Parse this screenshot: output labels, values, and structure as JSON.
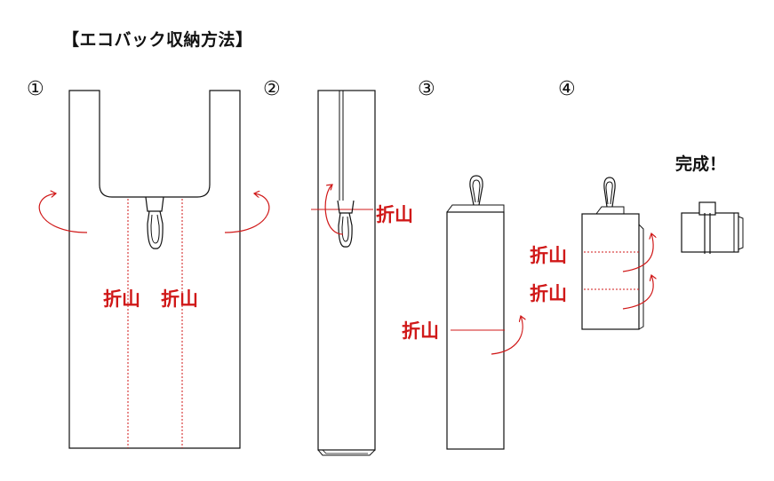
{
  "title": "【エコバック収納方法】",
  "steps": [
    "①",
    "②",
    "③",
    "④"
  ],
  "fold_label": "折山",
  "complete_label": "完成！",
  "colors": {
    "line": "#111111",
    "fold": "#d01818"
  },
  "icons": [
    "fold-arrow-icon",
    "bag-loop-icon"
  ]
}
